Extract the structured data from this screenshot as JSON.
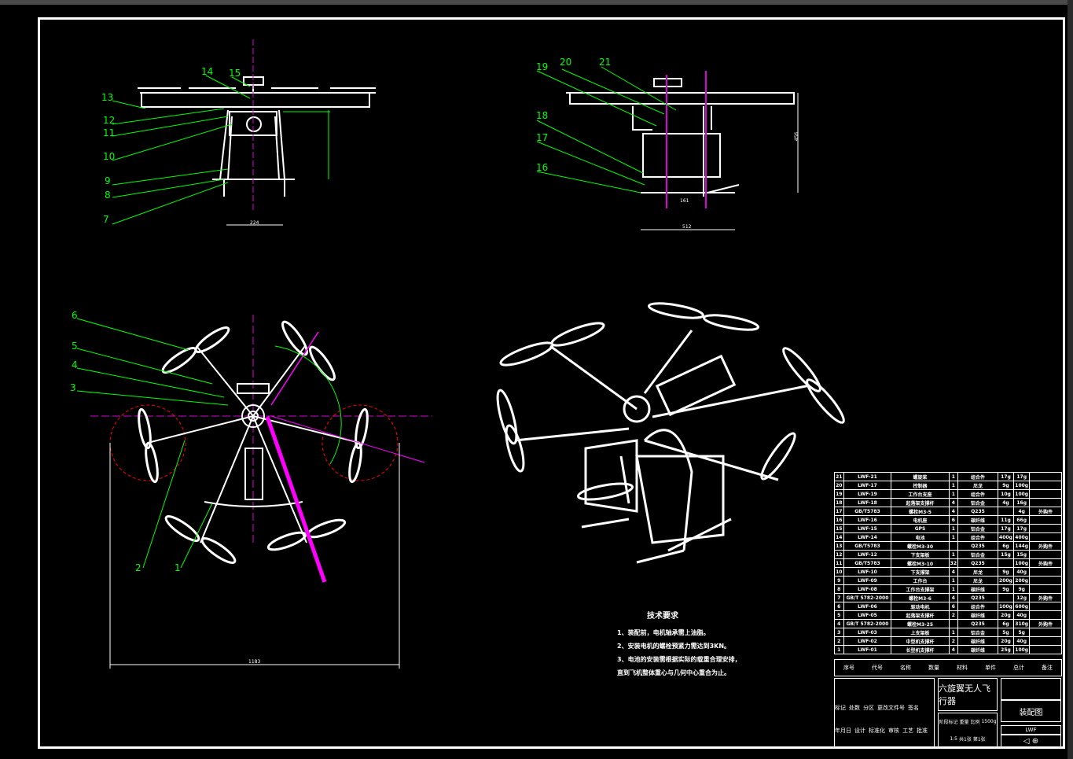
{
  "callouts": [
    "1",
    "2",
    "3",
    "4",
    "5",
    "6",
    "7",
    "8",
    "9",
    "10",
    "11",
    "12",
    "13",
    "14",
    "15",
    "16",
    "17",
    "18",
    "19",
    "20",
    "21"
  ],
  "tech_requirements": {
    "title": "技术要求",
    "items": [
      "1、装配前，电机轴承需上油脂。",
      "2、安装电机的螺栓预紧力需达到3KN。",
      "3、电池的安装需根据实际的载重合理安排，",
      "直到飞机整体重心与几何中心重合为止。"
    ]
  },
  "parts_list": [
    [
      "21",
      "LWF-21",
      "螺旋桨",
      "1",
      "组合件",
      "17g",
      "17g",
      ""
    ],
    [
      "20",
      "LWF-17",
      "控制器",
      "1",
      "尼龙",
      "9g",
      "100g",
      ""
    ],
    [
      "19",
      "LWF-19",
      "工作台支座",
      "1",
      "组合件",
      "10g",
      "100g",
      ""
    ],
    [
      "18",
      "LWF-18",
      "起落架支撑杆",
      "4",
      "铝合金",
      "4g",
      "16g",
      ""
    ],
    [
      "17",
      "GB/T5783",
      "螺栓M3-5",
      "4",
      "Q235",
      "",
      "4g",
      "外购件"
    ],
    [
      "16",
      "LWF-16",
      "电机座",
      "6",
      "碳纤维",
      "11g",
      "66g",
      ""
    ],
    [
      "15",
      "LWF-15",
      "GPS",
      "1",
      "铝合金",
      "17g",
      "17g",
      ""
    ],
    [
      "14",
      "LWF-14",
      "电池",
      "1",
      "组合件",
      "400g",
      "400g",
      ""
    ],
    [
      "13",
      "GB/T5783",
      "螺栓M3-30",
      "",
      "Q235",
      "6g",
      "144g",
      "外购件"
    ],
    [
      "12",
      "LWF-12",
      "下支架板",
      "1",
      "铝合金",
      "15g",
      "15g",
      ""
    ],
    [
      "11",
      "GB/T5783",
      "螺栓M3-10",
      "32",
      "Q235",
      "",
      "100g",
      "外购件"
    ],
    [
      "10",
      "LWF-10",
      "下支撑架",
      "4",
      "尼龙",
      "9g",
      "40g",
      ""
    ],
    [
      "9",
      "LWF-09",
      "工作台",
      "1",
      "尼龙",
      "200g",
      "200g",
      ""
    ],
    [
      "8",
      "LWF-08",
      "工作台支撑架",
      "1",
      "碳纤维",
      "9g",
      "9g",
      ""
    ],
    [
      "7",
      "GB/T 5782-2000",
      "螺栓M3-6",
      "4",
      "Q235",
      "",
      "12g",
      "外购件"
    ],
    [
      "6",
      "LWF-06",
      "驱动电机",
      "6",
      "组合件",
      "100g",
      "600g",
      ""
    ],
    [
      "5",
      "LWF-05",
      "起落架支撑杆",
      "2",
      "碳纤维",
      "20g",
      "40g",
      ""
    ],
    [
      "4",
      "GB/T 5782-2000",
      "螺栓M3-25",
      "",
      "Q235",
      "6g",
      "310g",
      "外购件"
    ],
    [
      "3",
      "LWF-03",
      "上支架板",
      "1",
      "铝合金",
      "5g",
      "5g",
      ""
    ],
    [
      "2",
      "LWF-02",
      "中型机支撑杆",
      "2",
      "碳纤维",
      "20g",
      "40g",
      ""
    ],
    [
      "1",
      "LWF-01",
      "长型机支撑杆",
      "4",
      "碳纤维",
      "25g",
      "100g",
      ""
    ]
  ],
  "parts_header": [
    "序号",
    "代号",
    "名称",
    "数量",
    "材料",
    "单件",
    "总计",
    "备注"
  ],
  "title_block": {
    "product_name": "六旋翼无人飞行器",
    "drawing_name": "装配图",
    "mark_label": "标记",
    "count_label": "处数",
    "zone_label": "分区",
    "change_doc_label": "更改文件号",
    "sign_label": "签名",
    "date_label": "年月日",
    "design_label": "设计",
    "standard_label": "标准化",
    "review_label": "审核",
    "process_label": "工艺",
    "approve_label": "批准",
    "stage_label": "阶段标记",
    "weight_label": "重量",
    "scale_label": "比例",
    "weight_value": "1500g",
    "scale_value": "1:5",
    "sheets_label": "共1张",
    "sheet_label": "第1张",
    "code": "LWF",
    "weight_head": "重量",
    "note_head": "备注"
  },
  "dimensions": [
    "224",
    "1183",
    "512",
    "161",
    "456"
  ]
}
